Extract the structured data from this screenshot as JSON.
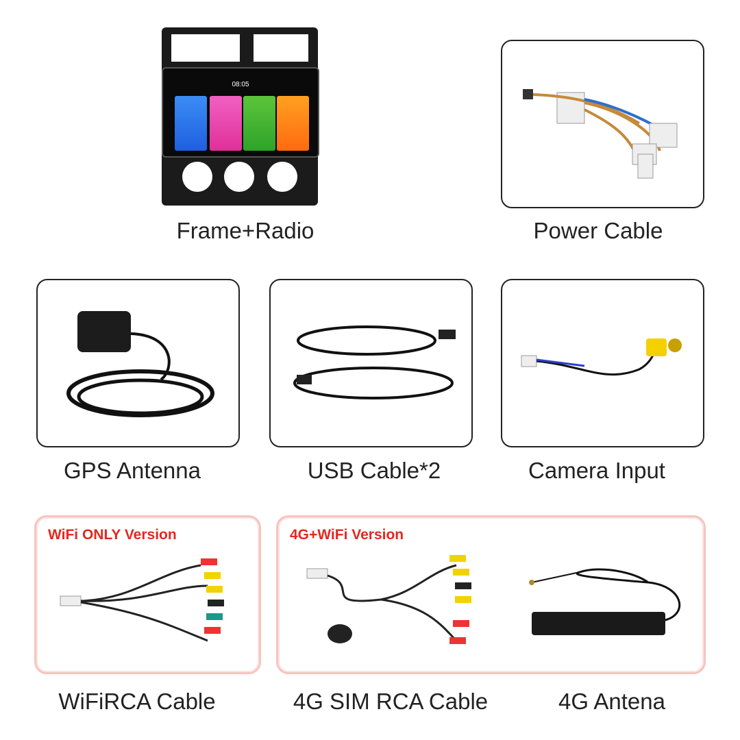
{
  "items": [
    {
      "label": "Frame+Radio"
    },
    {
      "label": "Power Cable"
    },
    {
      "label": "GPS Antenna"
    },
    {
      "label": "USB Cable*2"
    },
    {
      "label": "Camera Input"
    },
    {
      "label": "WiFiRCA Cable"
    },
    {
      "label": "4G SIM RCA Cable"
    },
    {
      "label": "4G Antena"
    }
  ],
  "versions": {
    "wifi_only": "WiFi ONLY Version",
    "wifi_4g": "4G+WiFi Version"
  },
  "radio_screen": {
    "time": "08:05"
  },
  "colors": {
    "accent_red": "#e3281f",
    "box_border_red": "#f6c4c0"
  }
}
